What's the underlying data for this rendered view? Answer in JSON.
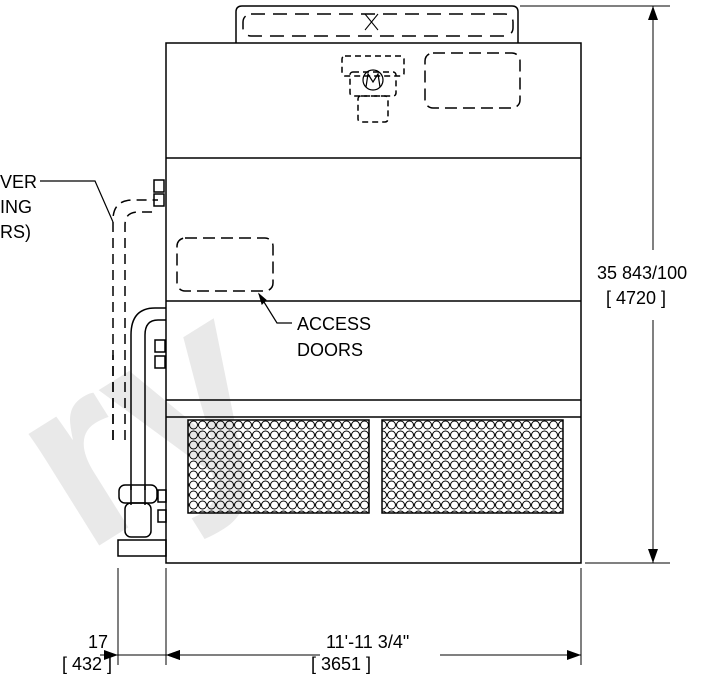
{
  "watermark": "ry",
  "labels": {
    "left_label_line1": "VER",
    "left_label_line2": "ING",
    "left_label_line3": "RS)",
    "access_line1": "ACCESS",
    "access_line2": "DOORS",
    "height_dim": "35 843/100",
    "height_dim_metric": "[ 4720 ]",
    "offset_dim": "17",
    "offset_dim_metric": "[ 432 ]",
    "width_dim": "11'-11 3/4\"",
    "width_dim_metric": "[ 3651 ]"
  },
  "colors": {
    "line": "#000000",
    "watermark": "#e9e9e9",
    "background": "#ffffff"
  }
}
